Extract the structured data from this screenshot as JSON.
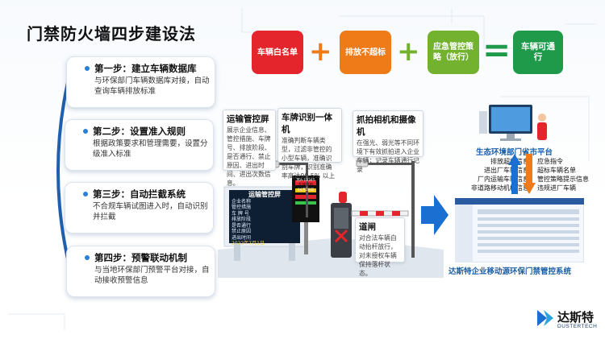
{
  "title": "门禁防火墙四步建设法",
  "steps": [
    {
      "title": "第一步：建立车辆数据库",
      "desc": "与环保部门车辆数据库对接，自动查询车辆排放标准"
    },
    {
      "title": "第二步：设置准入规则",
      "desc": "根据政策要求和管理需要，设置分级准入标准"
    },
    {
      "title": "第三步：自动拦截系统",
      "desc": "不合规车辆试图进入时，自动识别并拦截"
    },
    {
      "title": "第四步：预警联动机制",
      "desc": "与当地环保部门预警平台对接，自动接收预警信息"
    }
  ],
  "formula": {
    "box1": "车辆白名单",
    "box2": "排放不超标",
    "box3": "应急管控策略（放行）",
    "result": "车辆可通行",
    "plus": "+",
    "equals": "="
  },
  "callouts": {
    "screen": {
      "title": "运输管控屏",
      "body": "展示企业信息、管控措施、车牌号、排放阶段、是否通行、禁止原因、进出时间、进出次数信息。"
    },
    "plate": {
      "title": "车牌识别一体机",
      "body": "准确判断车辆类型，过滤非管控的小型车辆，准确识别车牌，识别准确率高达99.5% 以上"
    },
    "camera": {
      "title": "抓拍相机和摄像机",
      "body": "在强光、弱光等不同环境下有效抓拍进入企业车辆；记录车辆通行记录"
    },
    "gate": {
      "title": "道闸",
      "body": "对合法车辆自动抬杆放行，对未授权车辆保持落杆状态。"
    }
  },
  "display_screen": {
    "title": "运输管控屏",
    "lines": [
      "企业名称",
      "管控措施",
      "车 牌 号",
      "排放阶段",
      "是否通行",
      "禁止原因",
      "进出时间",
      "进出次数"
    ],
    "time": "2022年7月1日"
  },
  "led_sign": {
    "plate": "苏A·12345",
    "status": "车牌识别",
    "date": "04月28日"
  },
  "platform_label": "生态环境部门省市平台",
  "system_label": "达斯特企业移动源环保门禁管控系统",
  "up_flow": [
    "排放超标信息",
    "进出厂车辆信息",
    "厂内运输车辆信息",
    "非道路移动机械信息"
  ],
  "down_flow": [
    "应急指令",
    "超标车辆名单",
    "管控策略提示信息",
    "违规进厂车辆"
  ],
  "brand": {
    "name": "达斯特",
    "sub": "DUSTERTECH"
  },
  "colors": {
    "red": "#e4262c",
    "orange": "#ef7a18",
    "green": "#73b22f",
    "dark_green": "#1f9a4a",
    "blue": "#1a6fd1"
  }
}
